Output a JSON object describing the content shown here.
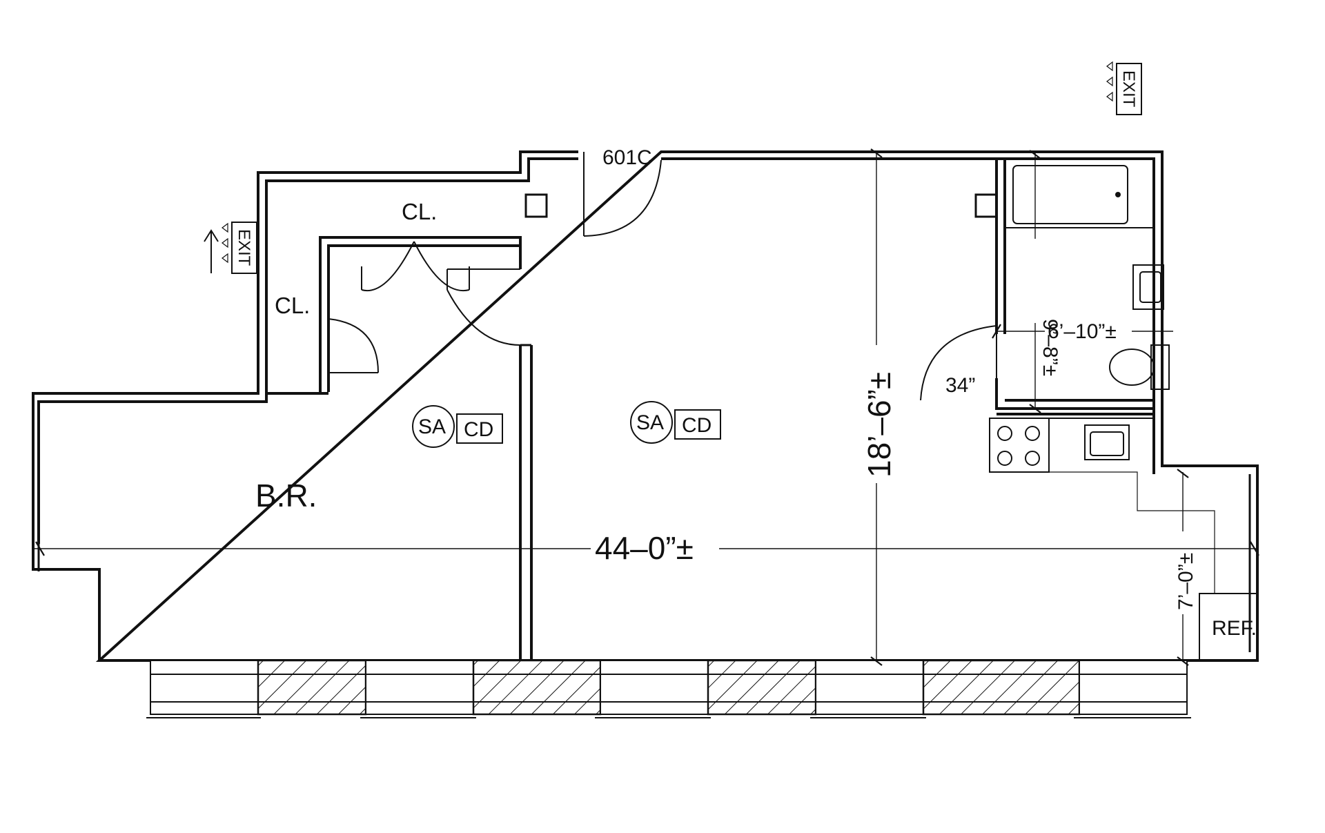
{
  "labels": {
    "exit_top": "EXIT",
    "exit_left": "EXIT",
    "unit": "601C",
    "closet_top": "CL.",
    "closet_left": "CL.",
    "bedroom": "B.R.",
    "smoke_alarm": "SA",
    "co_detector": "CD",
    "refrigerator": "REF."
  },
  "dimensions": {
    "overall_width": "44–0”±",
    "overall_depth": "18’–6”±",
    "bath_width": "6’–10”±",
    "bath_depth": "9’–8”±",
    "kitchen_depth": "7’–0”±",
    "bath_door": "34”"
  },
  "colors": {
    "line": "#111111",
    "background": "#ffffff"
  }
}
